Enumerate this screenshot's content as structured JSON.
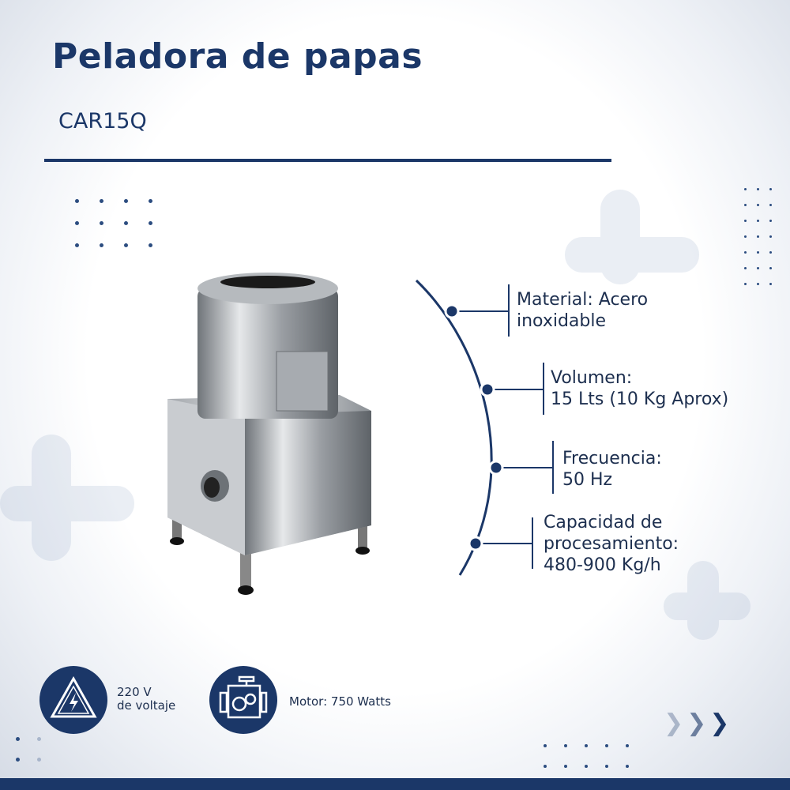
{
  "header": {
    "title": "Peladora de papas",
    "model": "CAR15Q"
  },
  "specs": [
    {
      "label": "Material: Acero\ninoxidable"
    },
    {
      "label": "Volumen:\n15 Lts (10 Kg Aprox)"
    },
    {
      "label": "Frecuencia:\n50 Hz"
    },
    {
      "label": "Capacidad de\nprocesamiento:\n480-900 Kg/h"
    }
  ],
  "features": [
    {
      "icon": "high-voltage-icon",
      "line1": "220 V",
      "line2": "de voltaje"
    },
    {
      "icon": "engine-icon",
      "label": "Motor:  750 Watts"
    }
  ],
  "colors": {
    "brand": "#1b3768"
  }
}
